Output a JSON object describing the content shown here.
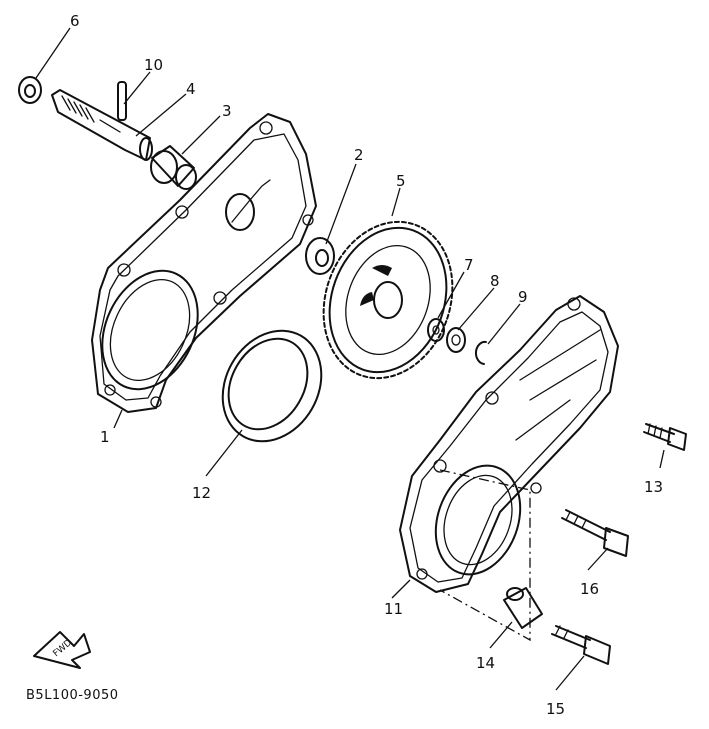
{
  "diagram": {
    "part_code": "B5L100-9050",
    "fwd_label": "FWD",
    "callouts": [
      {
        "id": "1",
        "label": "1"
      },
      {
        "id": "2",
        "label": "2"
      },
      {
        "id": "3",
        "label": "3"
      },
      {
        "id": "4",
        "label": "4"
      },
      {
        "id": "5",
        "label": "5"
      },
      {
        "id": "6",
        "label": "6"
      },
      {
        "id": "7",
        "label": "7"
      },
      {
        "id": "8",
        "label": "8"
      },
      {
        "id": "9",
        "label": "9"
      },
      {
        "id": "10",
        "label": "10"
      },
      {
        "id": "11",
        "label": "11"
      },
      {
        "id": "12",
        "label": "12"
      },
      {
        "id": "13",
        "label": "13"
      },
      {
        "id": "14",
        "label": "14"
      },
      {
        "id": "15",
        "label": "15"
      },
      {
        "id": "16",
        "label": "16"
      }
    ]
  }
}
